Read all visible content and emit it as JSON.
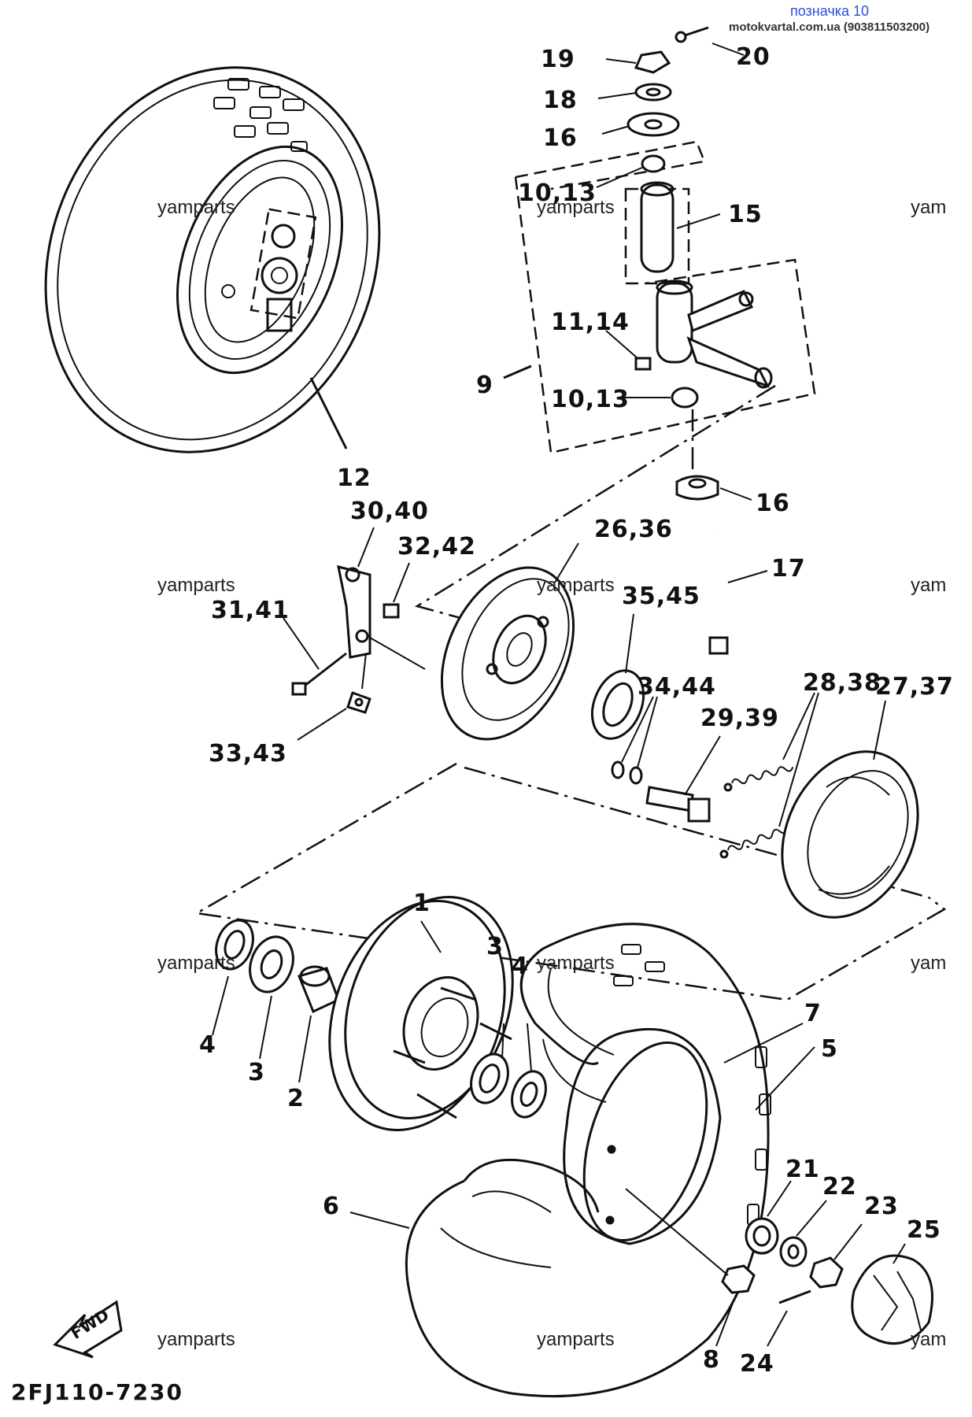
{
  "header": {
    "title": "позначка 10",
    "site": "motokvartal.com.ua (903811503200)"
  },
  "watermark": "yamparts",
  "watermark_cut": "yam",
  "drawing_code": "2FJ110-7230",
  "fwd_label": "FWD",
  "callouts": {
    "c19": "19",
    "c20": "20",
    "c18": "18",
    "c16a": "16",
    "c10_13a": "10,13",
    "c15": "15",
    "c11_14": "11,14",
    "c9": "9",
    "c10_13b": "10,13",
    "c12": "12",
    "c16b": "16",
    "c30_40": "30,40",
    "c32_42": "32,42",
    "c26_36": "26,36",
    "c17": "17",
    "c31_41": "31,41",
    "c35_45": "35,45",
    "c34_44": "34,44",
    "c28_38": "28,38",
    "c27_37": "27,37",
    "c29_39": "29,39",
    "c33_43": "33,43",
    "c1": "1",
    "c3a": "3",
    "c4a": "4",
    "c7": "7",
    "c5": "5",
    "c4b": "4",
    "c3b": "3",
    "c2": "2",
    "c21": "21",
    "c22": "22",
    "c23": "23",
    "c25": "25",
    "c6": "6",
    "c8": "8",
    "c24": "24"
  },
  "colors": {
    "header_title": "#2b4fd6",
    "ink": "#111111"
  }
}
